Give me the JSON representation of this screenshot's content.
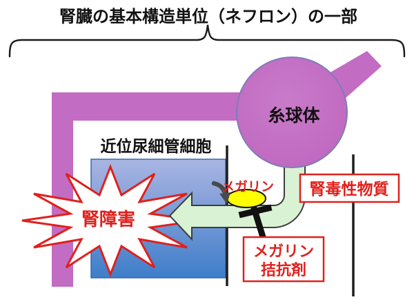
{
  "title": "腎臓の基本構造単位（ネフロン）の一部",
  "diagram": {
    "glomerulus_label": "糸球体",
    "proximal_tubule_label": "近位尿細管細胞",
    "megalin_label": "メガリン",
    "nephrotoxin_label": "腎毒性物質",
    "kidney_damage_label": "腎障害",
    "antagonist_label_line1": "メガリン",
    "antagonist_label_line2": "拮抗剤"
  },
  "colors": {
    "tubule_purple": "#c36cc3",
    "circle_stroke": "#7d7cb8",
    "cell_blue_top": "#a9b6e3",
    "cell_blue_bottom": "#3e7ec9",
    "flow_green": "#d9f2d4",
    "megalin_yellow": "#ffff00",
    "alert_red": "#e0201c",
    "line_black": "#1f1f1f"
  }
}
